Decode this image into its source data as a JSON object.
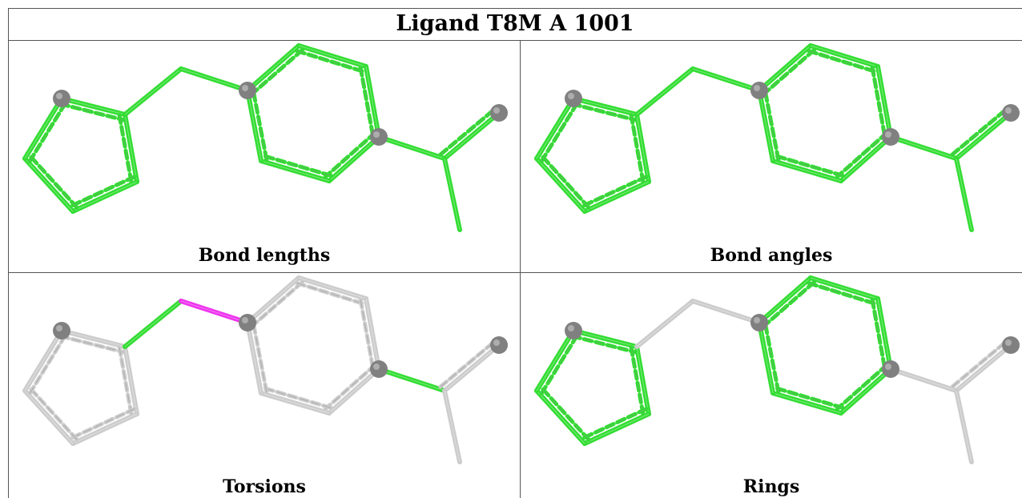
{
  "title": "Ligand T8M A 1001",
  "panels": [
    {
      "caption": "Bond lengths",
      "bond_colors": {
        "b01": "#33dd33",
        "b02": "#33dd33",
        "b03": "#33dd33",
        "b04": "#33dd33",
        "b05": "#33dd33",
        "b06": "#33dd33",
        "b07": "#33dd33",
        "b08": "#33dd33",
        "b09": "#33dd33",
        "b10": "#33dd33",
        "b11": "#33dd33",
        "b12": "#33dd33",
        "b13": "#33dd33",
        "b14": "#33dd33",
        "b15": "#33dd33",
        "b16": "#33dd33"
      }
    },
    {
      "caption": "Bond angles",
      "bond_colors": {
        "b01": "#33dd33",
        "b02": "#33dd33",
        "b03": "#33dd33",
        "b04": "#33dd33",
        "b05": "#33dd33",
        "b06": "#33dd33",
        "b07": "#33dd33",
        "b08": "#33dd33",
        "b09": "#33dd33",
        "b10": "#33dd33",
        "b11": "#33dd33",
        "b12": "#33dd33",
        "b13": "#33dd33",
        "b14": "#33dd33",
        "b15": "#33dd33",
        "b16": "#33dd33"
      }
    },
    {
      "caption": "Torsions",
      "bond_colors": {
        "b01": "#cccccc",
        "b02": "#cccccc",
        "b03": "#cccccc",
        "b04": "#cccccc",
        "b05": "#cccccc",
        "b06": "#33dd33",
        "b07": "#ee33ee",
        "b08": "#cccccc",
        "b09": "#cccccc",
        "b10": "#cccccc",
        "b11": "#cccccc",
        "b12": "#cccccc",
        "b13": "#cccccc",
        "b14": "#33dd33",
        "b15": "#cccccc",
        "b16": "#cccccc"
      }
    },
    {
      "caption": "Rings",
      "bond_colors": {
        "b01": "#33dd33",
        "b02": "#33dd33",
        "b03": "#33dd33",
        "b04": "#33dd33",
        "b05": "#33dd33",
        "b06": "#cccccc",
        "b07": "#cccccc",
        "b08": "#33dd33",
        "b09": "#33dd33",
        "b10": "#33dd33",
        "b11": "#33dd33",
        "b12": "#33dd33",
        "b13": "#33dd33",
        "b14": "#cccccc",
        "b15": "#cccccc",
        "b16": "#cccccc"
      }
    }
  ],
  "colors": {
    "border": "#555555",
    "atom": "#808080"
  }
}
